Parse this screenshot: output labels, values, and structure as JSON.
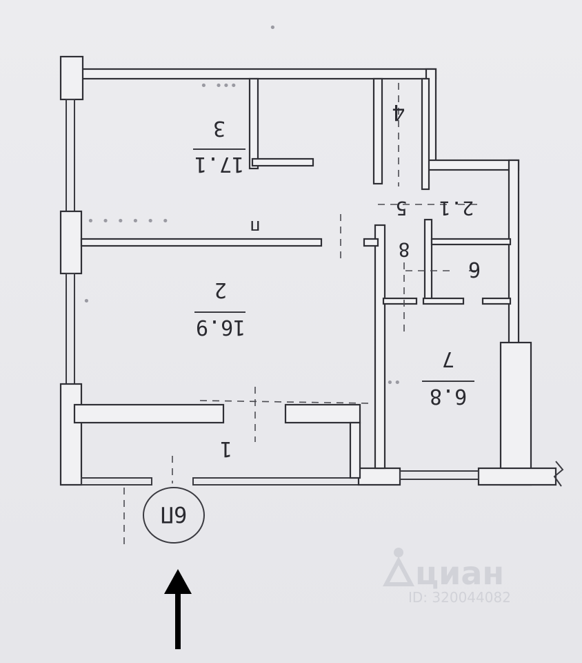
{
  "rooms": [
    {
      "number": "1"
    },
    {
      "number": "2",
      "area": "16.9"
    },
    {
      "number": "3",
      "area": "17.1"
    },
    {
      "number": "4"
    },
    {
      "number": "5",
      "area": "2.1"
    },
    {
      "number": "6"
    },
    {
      "number": "7",
      "area": "6.8"
    },
    {
      "number": "8"
    }
  ],
  "section_mark": "6П",
  "watermark": {
    "brand": "циан",
    "id": "ID: 320044082"
  }
}
